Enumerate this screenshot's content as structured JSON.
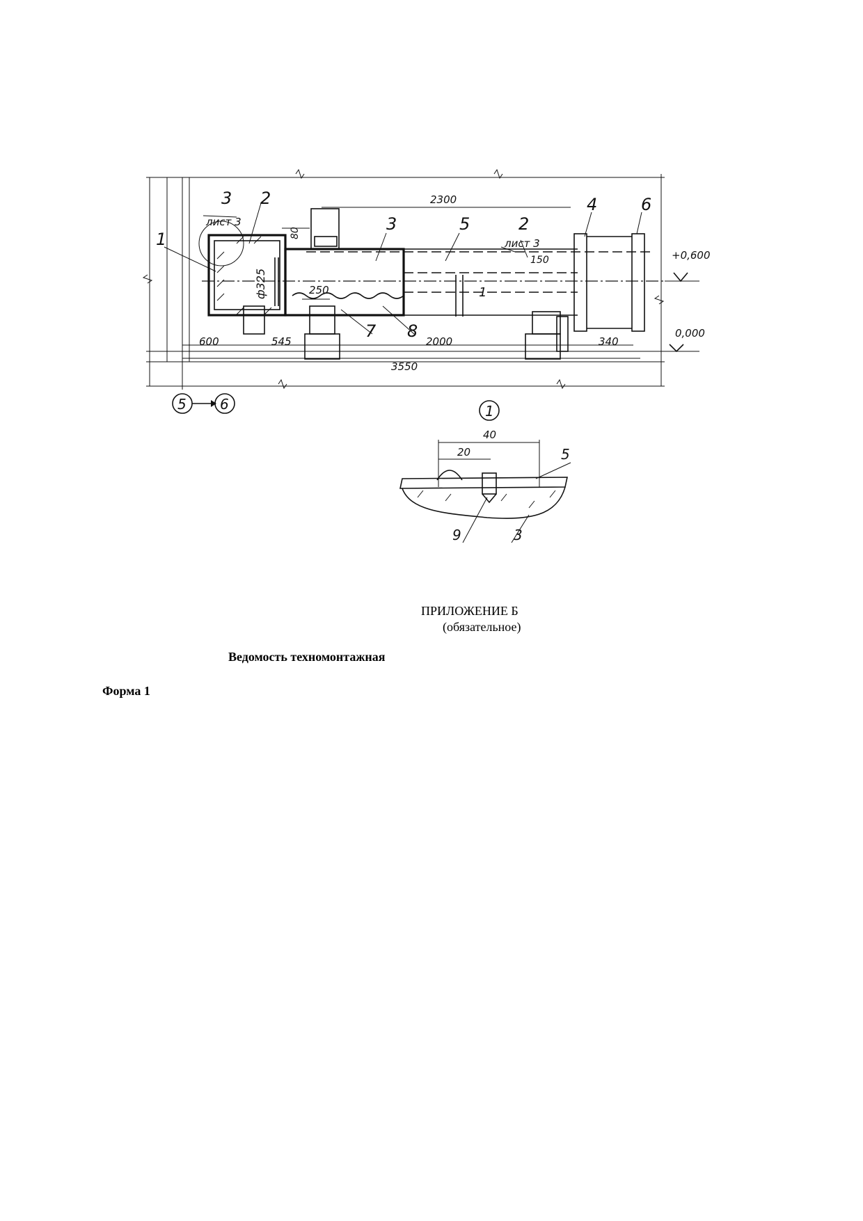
{
  "drawing": {
    "callouts": {
      "c1": "1",
      "c2a": "2",
      "c3a": "3",
      "c3b": "3",
      "c5": "5",
      "c2b": "2",
      "c4": "4",
      "c6": "6",
      "c7": "7",
      "c8": "8",
      "c_pin": "1"
    },
    "sheet_refs": {
      "left": "лист 3",
      "right": "лист 3"
    },
    "dimensions": {
      "d2300": "2300",
      "d80": "80",
      "d150": "150",
      "d325": "ф325",
      "d250": "250",
      "d600": "600",
      "d545": "545",
      "d2000": "2000",
      "d340": "340",
      "d3550": "3550"
    },
    "levels": {
      "top": "+0,600",
      "bottom": "0,000"
    },
    "axes": {
      "from": "5",
      "to": "6"
    },
    "detail": {
      "marker": "1",
      "dim40": "40",
      "dim20": "20",
      "call5": "5",
      "call9": "9",
      "call3": "3"
    }
  },
  "appendix": {
    "title": "ПРИЛОЖЕНИЕ Б",
    "note": "(обязательное)"
  },
  "statement_title": "Ведомость техномонтажная",
  "form_label": "Форма 1"
}
